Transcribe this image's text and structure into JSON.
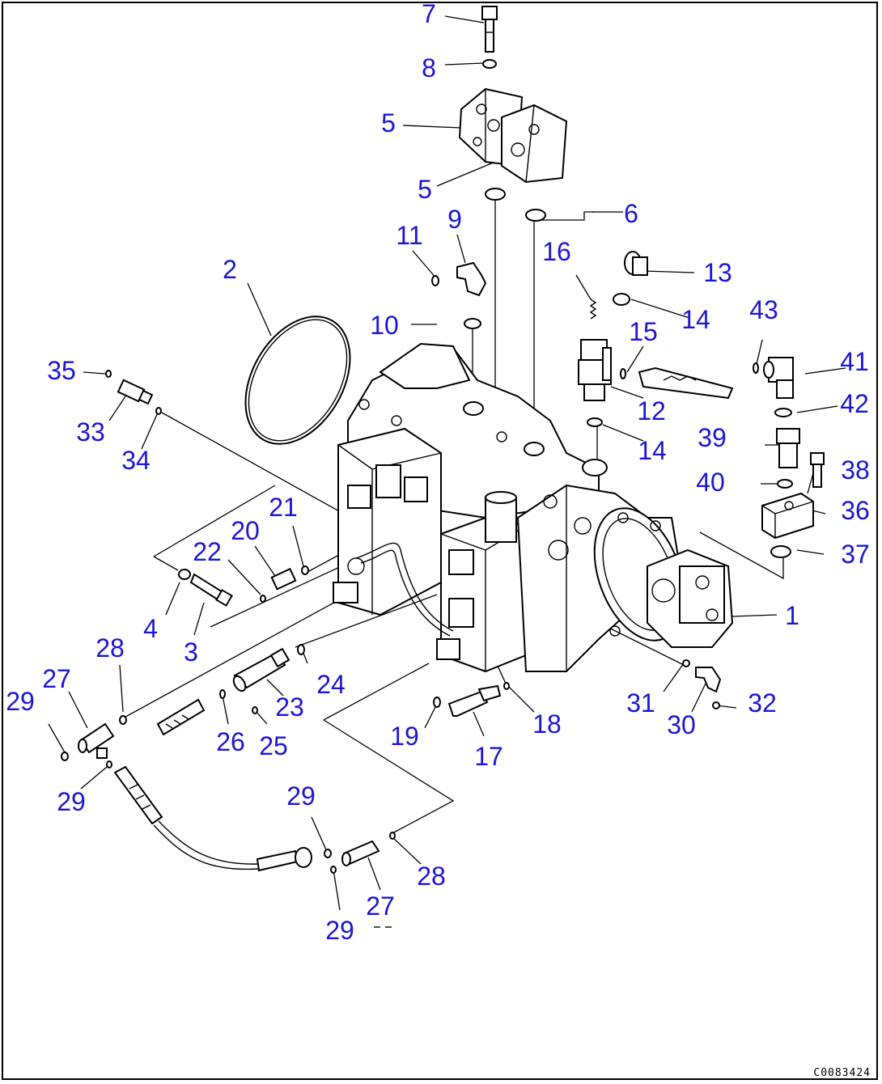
{
  "drawing_code": "C0083424",
  "callouts": {
    "c1": "1",
    "c2": "2",
    "c3": "3",
    "c4": "4",
    "c5a": "5",
    "c5b": "5",
    "c6": "6",
    "c7": "7",
    "c8": "8",
    "c9": "9",
    "c10": "10",
    "c11": "11",
    "c12": "12",
    "c13": "13",
    "c14a": "14",
    "c14b": "14",
    "c15": "15",
    "c16": "16",
    "c17": "17",
    "c18": "18",
    "c19": "19",
    "c20": "20",
    "c21": "21",
    "c22": "22",
    "c23": "23",
    "c24": "24",
    "c25": "25",
    "c26": "26",
    "c27a": "27",
    "c27b": "27",
    "c28a": "28",
    "c28b": "28",
    "c29a": "29",
    "c29b": "29",
    "c29c": "29",
    "c29d": "29",
    "c30": "30",
    "c31": "31",
    "c32": "32",
    "c33": "33",
    "c34": "34",
    "c35": "35",
    "c36": "36",
    "c37": "37",
    "c38": "38",
    "c39": "39",
    "c40": "40",
    "c41": "41",
    "c42": "42",
    "c43": "43"
  },
  "colors": {
    "callout": "#1c16d6",
    "line": "#000000",
    "background": "#ffffff"
  }
}
